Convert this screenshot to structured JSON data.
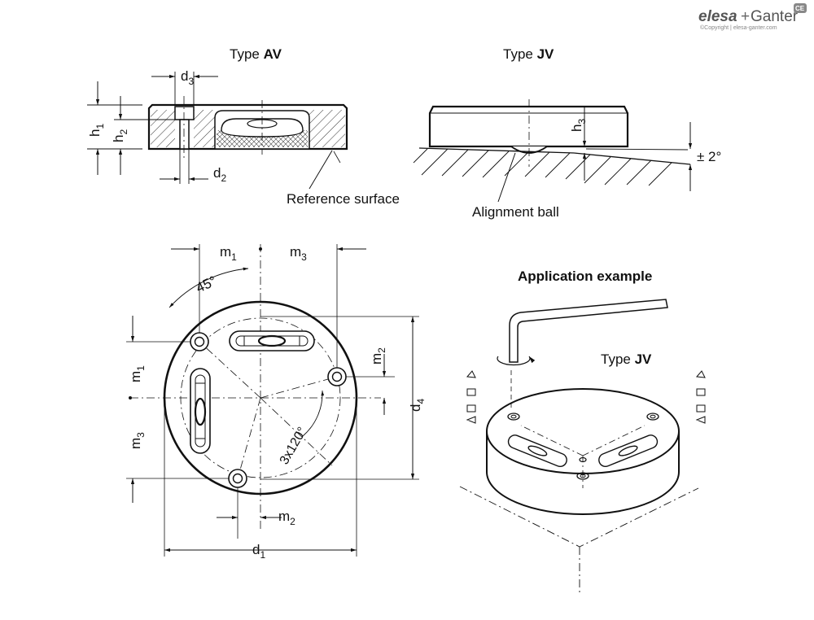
{
  "brand": {
    "logo_left": "elesa",
    "logo_plus": "+",
    "logo_right": "Ganter",
    "copyright": "©Copyright | elesa-ganter.com",
    "badge": "CE"
  },
  "views": {
    "av": {
      "type_prefix": "Type ",
      "type_code": "AV"
    },
    "jv": {
      "type_prefix": "Type ",
      "type_code": "JV"
    },
    "app": {
      "title": "Application example",
      "type_prefix": "Type ",
      "type_code": "JV"
    }
  },
  "labels": {
    "reference_surface": "Reference surface",
    "alignment_ball": "Alignment ball",
    "angle_pm2": "± 2°",
    "angle_45": "45°",
    "angle_3x120": "3x120°"
  },
  "dims": {
    "d": "d",
    "h": "h",
    "m": "m",
    "sub1": "1",
    "sub2": "2",
    "sub3": "3",
    "sub4": "4"
  }
}
